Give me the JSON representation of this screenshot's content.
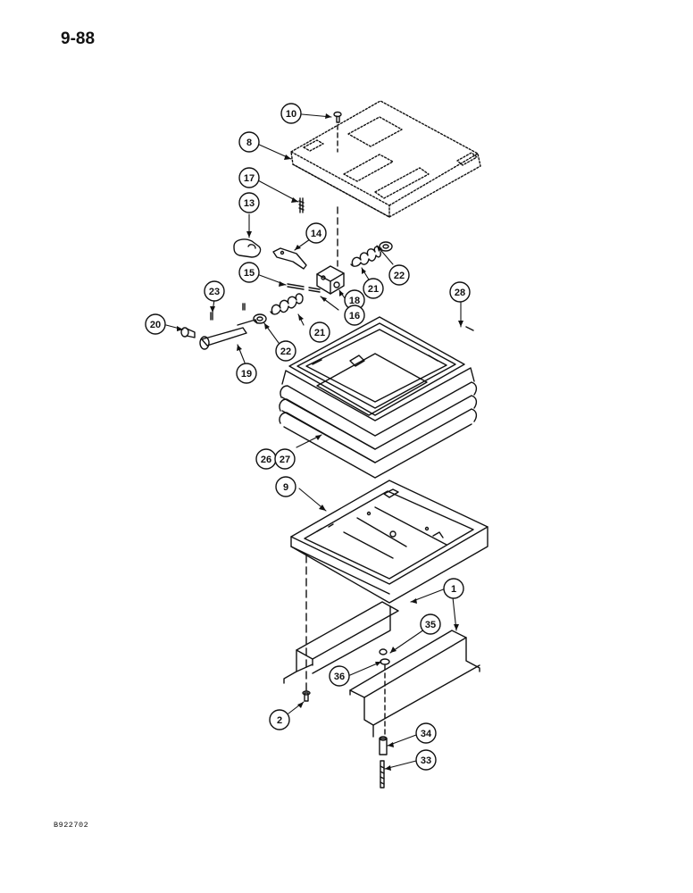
{
  "page": {
    "page_number": "9-88",
    "figure_code": "B922702"
  },
  "callouts": [
    {
      "id": "c10",
      "label": "10"
    },
    {
      "id": "c8",
      "label": "8"
    },
    {
      "id": "c17",
      "label": "17"
    },
    {
      "id": "c13",
      "label": "13"
    },
    {
      "id": "c14",
      "label": "14"
    },
    {
      "id": "c22a",
      "label": "22"
    },
    {
      "id": "c15",
      "label": "15"
    },
    {
      "id": "c21a",
      "label": "21"
    },
    {
      "id": "c18",
      "label": "18"
    },
    {
      "id": "c23",
      "label": "23"
    },
    {
      "id": "c28",
      "label": "28"
    },
    {
      "id": "c16",
      "label": "16"
    },
    {
      "id": "c20",
      "label": "20"
    },
    {
      "id": "c21b",
      "label": "21"
    },
    {
      "id": "c22b",
      "label": "22"
    },
    {
      "id": "c19",
      "label": "19"
    },
    {
      "id": "c26",
      "label": "26"
    },
    {
      "id": "c27",
      "label": "27"
    },
    {
      "id": "c9",
      "label": "9"
    },
    {
      "id": "c1",
      "label": "1"
    },
    {
      "id": "c35",
      "label": "35"
    },
    {
      "id": "c36",
      "label": "36"
    },
    {
      "id": "c2",
      "label": "2"
    },
    {
      "id": "c34",
      "label": "34"
    },
    {
      "id": "c33",
      "label": "33"
    }
  ]
}
